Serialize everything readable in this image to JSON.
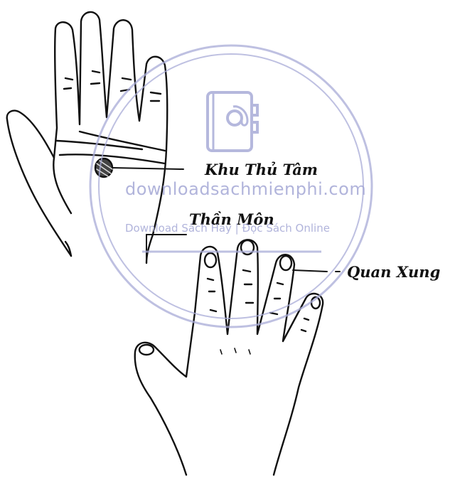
{
  "labels": {
    "khu_thu_tam": "Khu Thủ Tâm",
    "than_mon": "Thần Môn",
    "quan_xung": "Quan Xung"
  },
  "watermark": {
    "url": "downloadsachmienphi.com",
    "tagline": "Download Sách Hay | Đọc Sách Online",
    "icon": "address-book-icon",
    "color": "#a9acd8"
  },
  "colors": {
    "ink": "#111111",
    "paper": "#ffffff"
  }
}
